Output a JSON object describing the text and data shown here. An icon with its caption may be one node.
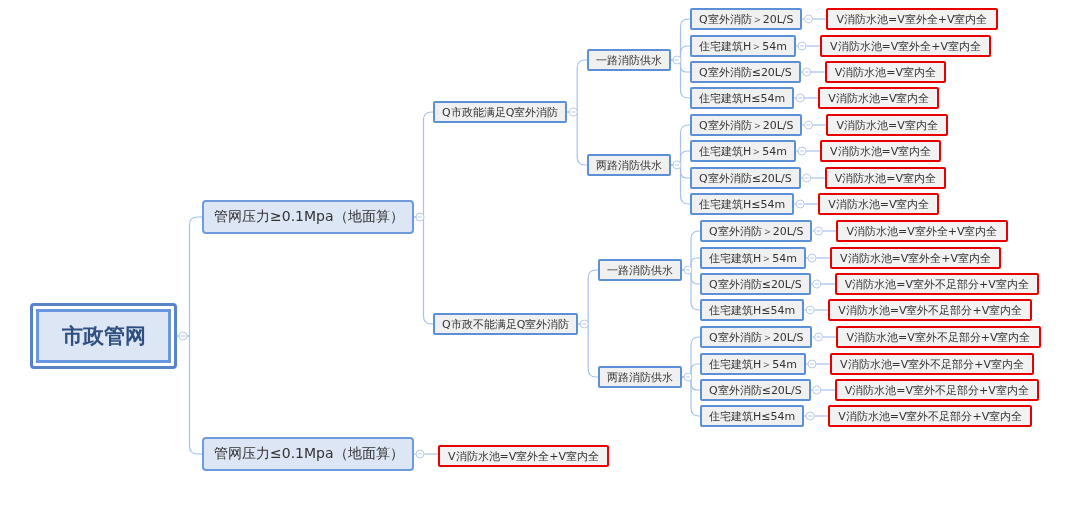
{
  "diagram": {
    "nodes": [
      {
        "text": [
          "市政管网"
        ]
      },
      {
        "text": [
          "管网压力≥0.1Mpa（地面算）"
        ]
      },
      {
        "text": [
          "Q市政能满足Q室外消防"
        ]
      },
      {
        "text": [
          "一路消防供水"
        ]
      },
      {
        "text": [
          "Q室外消防＞20L/S"
        ]
      },
      {
        "text": [
          "V消防水池=V室外全+V室内全"
        ]
      },
      {
        "text": [
          "住宅建筑H＞54m"
        ]
      },
      {
        "text": [
          "V消防水池=V室外全+V室内全"
        ]
      },
      {
        "text": [
          "Q室外消防≤20L/S"
        ]
      },
      {
        "text": [
          "V消防水池=V室内全"
        ]
      },
      {
        "text": [
          "住宅建筑H≤54m"
        ]
      },
      {
        "text": [
          "V消防水池=V室内全"
        ]
      },
      {
        "text": [
          "两路消防供水"
        ]
      },
      {
        "text": [
          "Q室外消防＞20L/S"
        ]
      },
      {
        "text": [
          "V消防水池=V室内全"
        ]
      },
      {
        "text": [
          "住宅建筑H＞54m"
        ]
      },
      {
        "text": [
          "V消防水池=V室内全"
        ]
      },
      {
        "text": [
          "Q室外消防≤20L/S"
        ]
      },
      {
        "text": [
          "V消防水池=V室内全"
        ]
      },
      {
        "text": [
          "住宅建筑H≤54m"
        ]
      },
      {
        "text": [
          "V消防水池=V室内全"
        ]
      },
      {
        "text": [
          "Q市政不能满足Q室外消防"
        ]
      },
      {
        "text": [
          "一路消防供水"
        ]
      },
      {
        "text": [
          "Q室外消防＞20L/S"
        ]
      },
      {
        "text": [
          "V消防水池=V室外全+V室内全"
        ]
      },
      {
        "text": [
          "住宅建筑H＞54m"
        ]
      },
      {
        "text": [
          "V消防水池=V室外全+V室内全"
        ]
      },
      {
        "text": [
          "Q室外消防≤20L/S"
        ]
      },
      {
        "text": [
          "V消防水池=V室外不足部分+V室内全"
        ]
      },
      {
        "text": [
          "住宅建筑H≤54m"
        ]
      },
      {
        "text": [
          "V消防水池=V室外不足部分+V室内全"
        ]
      },
      {
        "text": [
          "两路消防供水"
        ]
      },
      {
        "text": [
          "Q室外消防＞20L/S"
        ]
      },
      {
        "text": [
          "V消防水池=V室外不足部分+V室内全"
        ]
      },
      {
        "text": [
          "住宅建筑H＞54m"
        ]
      },
      {
        "text": [
          "V消防水池=V室外不足部分+V室内全"
        ]
      },
      {
        "text": [
          "Q室外消防≤20L/S"
        ]
      },
      {
        "text": [
          "V消防水池=V室外不足部分+V室内全"
        ]
      },
      {
        "text": [
          "住宅建筑H≤54m"
        ]
      },
      {
        "text": [
          "V消防水池=V室外不足部分+V室内全"
        ]
      },
      {
        "text": [
          "管网压力≤0.1Mpa（地面算）"
        ]
      },
      {
        "text": [
          "V消防水池=V室外全+V室内全"
        ]
      }
    ],
    "edges": [
      {
        "from": 0,
        "to": 1,
        "arrow": "none"
      },
      {
        "from": 1,
        "to": 2,
        "arrow": "none"
      },
      {
        "from": 2,
        "to": 3,
        "arrow": "none"
      },
      {
        "from": 3,
        "to": 4,
        "arrow": "none"
      },
      {
        "from": 4,
        "to": 5,
        "arrow": "none"
      },
      {
        "from": 3,
        "to": 6,
        "arrow": "none"
      },
      {
        "from": 6,
        "to": 7,
        "arrow": "none"
      },
      {
        "from": 3,
        "to": 8,
        "arrow": "none"
      },
      {
        "from": 8,
        "to": 9,
        "arrow": "none"
      },
      {
        "from": 3,
        "to": 10,
        "arrow": "none"
      },
      {
        "from": 10,
        "to": 11,
        "arrow": "none"
      },
      {
        "from": 2,
        "to": 12,
        "arrow": "none"
      },
      {
        "from": 12,
        "to": 13,
        "arrow": "none"
      },
      {
        "from": 13,
        "to": 14,
        "arrow": "none"
      },
      {
        "from": 12,
        "to": 15,
        "arrow": "none"
      },
      {
        "from": 15,
        "to": 16,
        "arrow": "none"
      },
      {
        "from": 12,
        "to": 17,
        "arrow": "none"
      },
      {
        "from": 17,
        "to": 18,
        "arrow": "none"
      },
      {
        "from": 12,
        "to": 19,
        "arrow": "none"
      },
      {
        "from": 19,
        "to": 20,
        "arrow": "none"
      },
      {
        "from": 1,
        "to": 21,
        "arrow": "none"
      },
      {
        "from": 21,
        "to": 22,
        "arrow": "none"
      },
      {
        "from": 22,
        "to": 23,
        "arrow": "none"
      },
      {
        "from": 23,
        "to": 24,
        "arrow": "none"
      },
      {
        "from": 22,
        "to": 25,
        "arrow": "none"
      },
      {
        "from": 25,
        "to": 26,
        "arrow": "none"
      },
      {
        "from": 22,
        "to": 27,
        "arrow": "none"
      },
      {
        "from": 27,
        "to": 28,
        "arrow": "none"
      },
      {
        "from": 22,
        "to": 29,
        "arrow": "none"
      },
      {
        "from": 29,
        "to": 30,
        "arrow": "none"
      },
      {
        "from": 21,
        "to": 31,
        "arrow": "none"
      },
      {
        "from": 31,
        "to": 32,
        "arrow": "none"
      },
      {
        "from": 32,
        "to": 33,
        "arrow": "none"
      },
      {
        "from": 31,
        "to": 34,
        "arrow": "none"
      },
      {
        "from": 34,
        "to": 35,
        "arrow": "none"
      },
      {
        "from": 31,
        "to": 36,
        "arrow": "none"
      },
      {
        "from": 36,
        "to": 37,
        "arrow": "none"
      },
      {
        "from": 31,
        "to": 38,
        "arrow": "none"
      },
      {
        "from": 38,
        "to": 39,
        "arrow": "none"
      },
      {
        "from": 0,
        "to": 40,
        "arrow": "none"
      },
      {
        "from": 40,
        "to": 41,
        "arrow": "none"
      }
    ]
  }
}
